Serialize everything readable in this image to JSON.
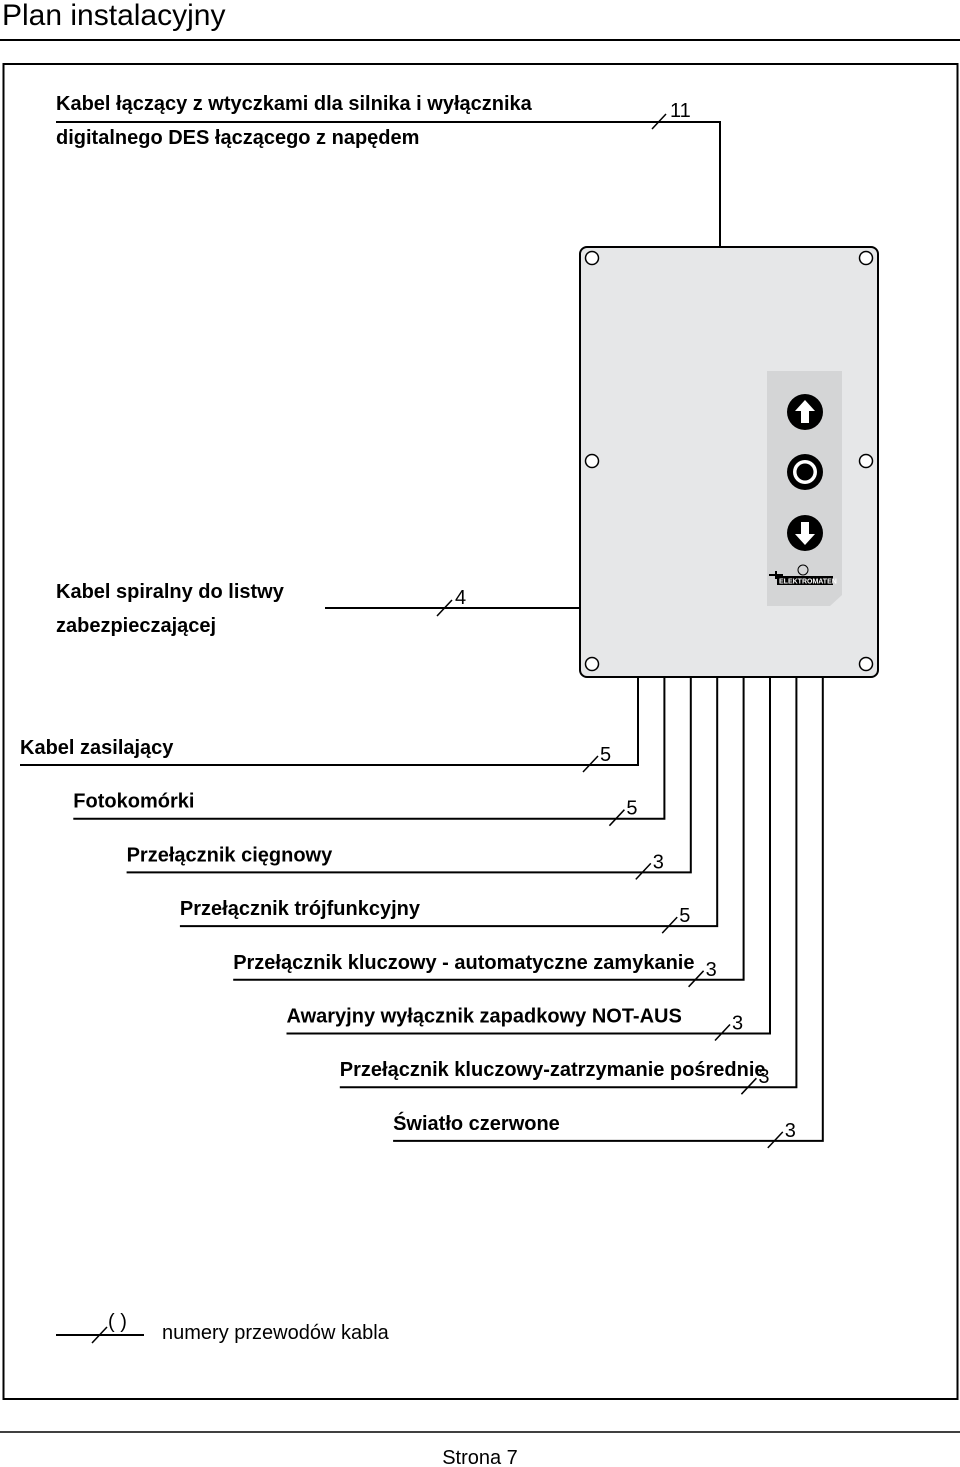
{
  "page_title": "Plan instalacyjny",
  "top_cable": {
    "label_line1": "Kabel łączący z wtyczkami dla silnika i wyłącznika",
    "label_line2": "digitalnego DES łączącego z napędem",
    "wires": "11"
  },
  "spiral_cable": {
    "label_line1": "Kabel spiralny do listwy",
    "label_line2": "zabezpieczającej",
    "wires": "4"
  },
  "cables": [
    {
      "label": "Kabel zasilający",
      "wires": "5"
    },
    {
      "label": "Fotokomórki",
      "wires": "5"
    },
    {
      "label": "Przełącznik cięgnowy",
      "wires": "3"
    },
    {
      "label": "Przełącznik trójfunkcyjny",
      "wires": "5"
    },
    {
      "label": "Przełącznik kluczowy - automatyczne zamykanie",
      "wires": "3"
    },
    {
      "label": "Awaryjny wyłącznik zapadkowy NOT-AUS",
      "wires": "3"
    },
    {
      "label": "Przełącznik kluczowy-zatrzymanie pośrednie",
      "wires": "3"
    },
    {
      "label": "Światło czerwone",
      "wires": "3"
    }
  ],
  "control_box": {
    "buttons": [
      {
        "name": "open",
        "icon": "arrow-up-icon"
      },
      {
        "name": "stop",
        "icon": "stop-circle-icon"
      },
      {
        "name": "close",
        "icon": "arrow-down-icon"
      }
    ],
    "brand": "ELEKTROMATEN",
    "box_color": "#e6e7e8",
    "panel_color": "#d4d5d6"
  },
  "legend": {
    "symbol": "(   )",
    "text": "numery przewodów kabla"
  },
  "footer": {
    "page": "Strona 7"
  }
}
